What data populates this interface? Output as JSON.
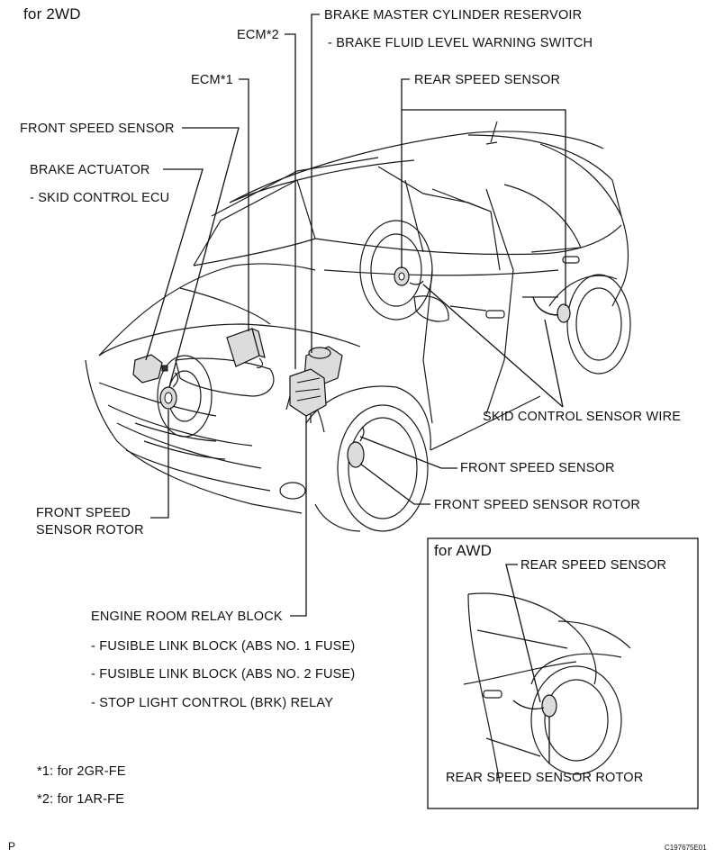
{
  "header": {
    "variant": "for 2WD"
  },
  "labels": {
    "brake_master_cylinder_reservoir": "BRAKE MASTER CYLINDER RESERVOIR",
    "brake_fluid_level_warning_switch": "- BRAKE FLUID LEVEL WARNING SWITCH",
    "ecm2": "ECM*2",
    "ecm1": "ECM*1",
    "rear_speed_sensor": "REAR SPEED SENSOR",
    "front_speed_sensor_left": "FRONT SPEED SENSOR",
    "brake_actuator": "BRAKE ACTUATOR",
    "skid_control_ecu": "- SKID CONTROL ECU",
    "skid_control_sensor_wire": "SKID CONTROL SENSOR WIRE",
    "front_speed_sensor_right": "FRONT SPEED SENSOR",
    "front_speed_sensor_rotor_right": "FRONT SPEED SENSOR ROTOR",
    "front_speed_sensor_rotor_left_1": "FRONT SPEED",
    "front_speed_sensor_rotor_left_2": "SENSOR ROTOR",
    "engine_room_relay_block": "ENGINE ROOM RELAY BLOCK",
    "fusible_link_abs1": "- FUSIBLE LINK BLOCK (ABS NO. 1 FUSE)",
    "fusible_link_abs2": "- FUSIBLE LINK BLOCK (ABS NO. 2 FUSE)",
    "stop_light_relay": "- STOP LIGHT CONTROL (BRK) RELAY"
  },
  "awd_inset": {
    "title": "for AWD",
    "rear_speed_sensor": "REAR SPEED SENSOR",
    "rear_speed_sensor_rotor": "REAR SPEED SENSOR ROTOR"
  },
  "footnotes": [
    "*1: for 2GR-FE",
    "*2: for 1AR-FE"
  ],
  "footer": {
    "page_letter": "P",
    "figure_code": "C197675E01"
  }
}
